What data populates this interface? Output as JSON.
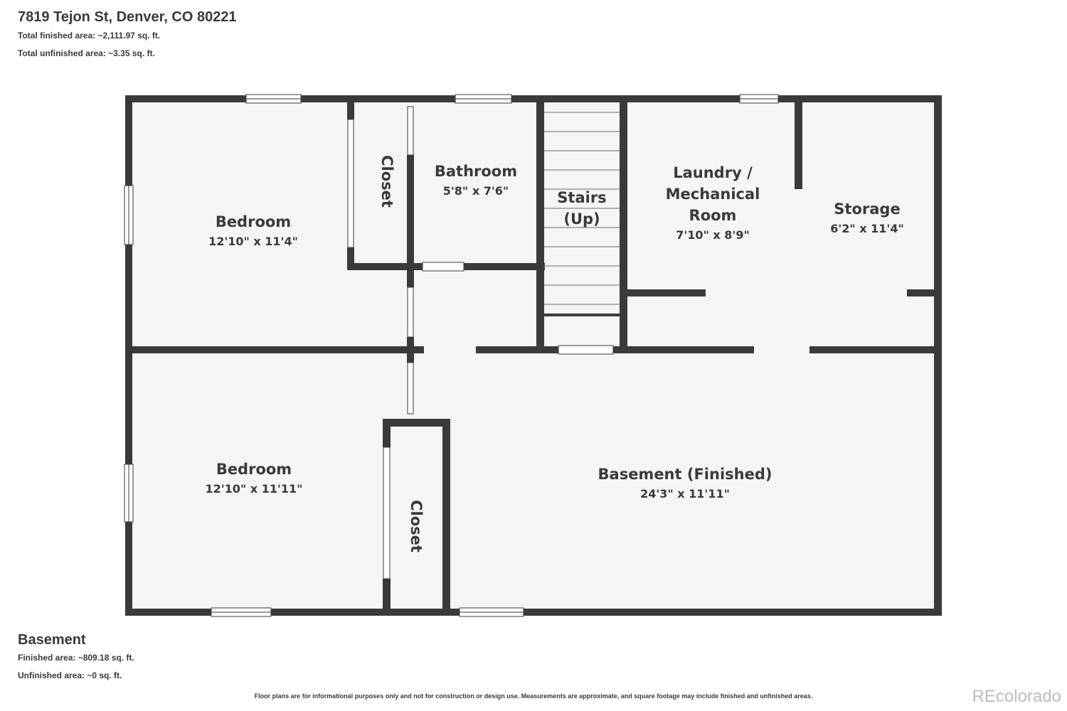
{
  "header": {
    "address": "7819 Tejon St, Denver, CO 80221",
    "total_finished": "Total finished area: ~2,111.97 sq. ft.",
    "total_unfinished": "Total unfinished area: ~3.35 sq. ft."
  },
  "floor": {
    "name": "Basement",
    "finished": "Finished area: ~809.18 sq. ft.",
    "unfinished": "Unfinished area: ~0 sq. ft."
  },
  "rooms": {
    "bedroom_top": {
      "name": "Bedroom",
      "dims": "12'10\" x 11'4\""
    },
    "closet_top": {
      "name": "Closet"
    },
    "bathroom": {
      "name": "Bathroom",
      "dims": "5'8\" x 7'6\""
    },
    "stairs": {
      "name_1": "Stairs",
      "name_2": "(Up)"
    },
    "laundry": {
      "name_1": "Laundry /",
      "name_2": "Mechanical",
      "name_3": "Room",
      "dims": "7'10\" x 8'9\""
    },
    "storage": {
      "name": "Storage",
      "dims": "6'2\" x 11'4\""
    },
    "bedroom_bottom": {
      "name": "Bedroom",
      "dims": "12'10\" x 11'11\""
    },
    "closet_bottom": {
      "name": "Closet"
    },
    "basement": {
      "name": "Basement (Finished)",
      "dims": "24'3\" x 11'11\""
    }
  },
  "colors": {
    "wall": "#3a3a3a",
    "floor": "#f5f5f5",
    "window": "#ffffff"
  },
  "footer": {
    "disclaimer": "Floor plans are for informational purposes only and not for construction or design use. Measurements are approximate, and square footage may include finished and unfinished areas.",
    "brand": "REcolorado"
  }
}
